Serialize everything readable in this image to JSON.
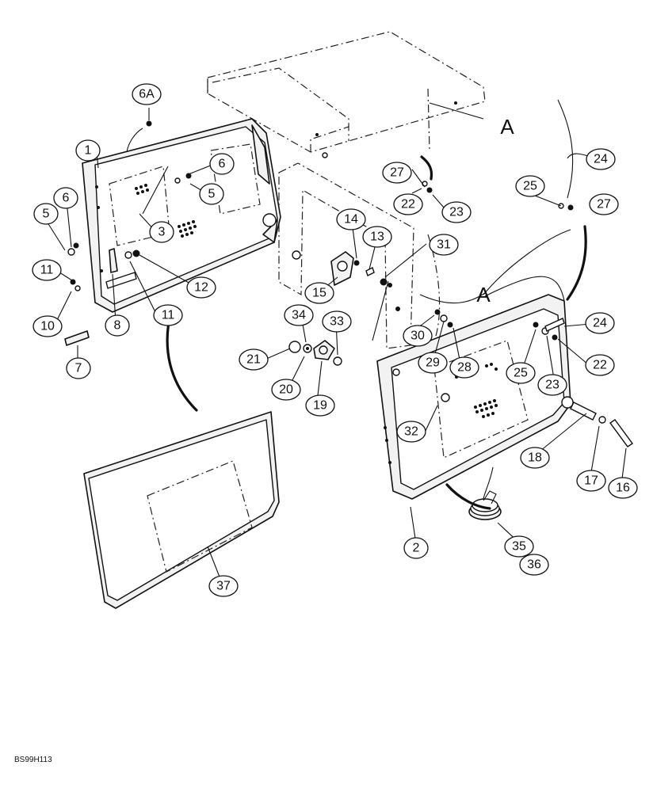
{
  "diagram": {
    "figure_code": "BS99H113",
    "reference_letter": "A",
    "callouts": [
      "6A",
      "1",
      "6",
      "5",
      "6",
      "5",
      "3",
      "11",
      "12",
      "11",
      "10",
      "8",
      "7",
      "27",
      "22",
      "23",
      "14",
      "13",
      "31",
      "15",
      "34",
      "33",
      "21",
      "20",
      "19",
      "30",
      "29",
      "28",
      "32",
      "25",
      "27",
      "24",
      "24",
      "25",
      "23",
      "22",
      "18",
      "17",
      "16",
      "2",
      "35",
      "36",
      "37"
    ]
  }
}
